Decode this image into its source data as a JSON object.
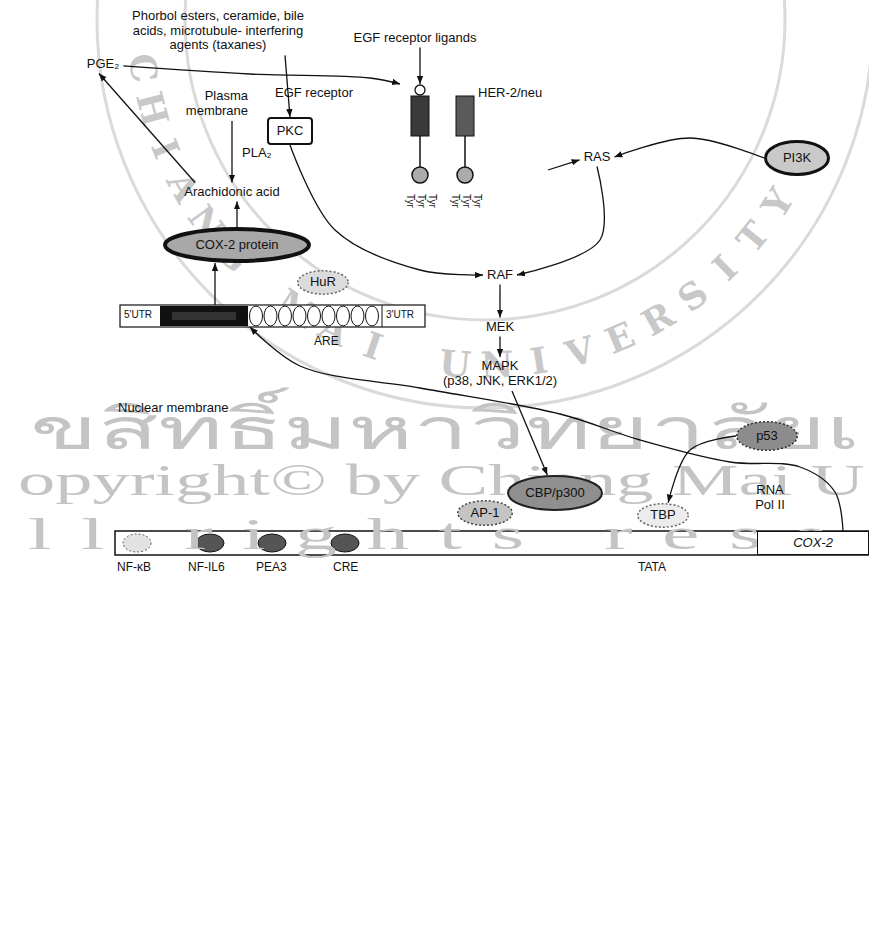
{
  "diagram": {
    "nodes": [
      {
        "text": [
          "Phorbol esters, ceramide, bile acids, microtubule- interfering agents (taxanes)"
        ]
      },
      {
        "text": [
          "EGF receptor ligands"
        ]
      },
      {
        "text": [
          "PGE₂"
        ]
      },
      {
        "text": [
          "EGF receptor"
        ]
      },
      {
        "text": [
          "HER-2/neu"
        ]
      },
      {
        "text": [
          "Plasma membrane"
        ]
      },
      {
        "text": [
          "PKC"
        ]
      },
      {
        "text": [
          "RAS"
        ]
      },
      {
        "text": [
          "PI3K"
        ]
      },
      {
        "text": [
          "Arachidonic acid"
        ]
      },
      {
        "text": [
          "COX-2 protein"
        ]
      },
      {
        "text": [
          "RAF"
        ]
      },
      {
        "text": [
          "HuR"
        ]
      },
      {
        "text": [
          "5'UTR",
          "3'UTR",
          "ARE"
        ]
      },
      {
        "text": [
          "MEK"
        ]
      },
      {
        "text": [
          "MAPK",
          "(p38, JNK, ERK1/2)"
        ]
      },
      {
        "text": [
          "p53"
        ]
      },
      {
        "text": [
          "CBP/p300"
        ]
      },
      {
        "text": [
          "AP-1"
        ]
      },
      {
        "text": [
          "TBP"
        ]
      },
      {
        "text": [
          "COX-2"
        ]
      }
    ],
    "edges": [
      {
        "from": 0,
        "to": 6,
        "arrow": "to"
      },
      {
        "from": 1,
        "to": 3,
        "arrow": "to"
      },
      {
        "from": 2,
        "to": 3,
        "arrow": "to"
      },
      {
        "from": 4,
        "to": 7,
        "arrow": "to"
      },
      {
        "from": 8,
        "to": 7,
        "arrow": "to"
      },
      {
        "from": 6,
        "to": 11,
        "arrow": "to"
      },
      {
        "from": 7,
        "to": 11,
        "arrow": "to"
      },
      {
        "from": 11,
        "to": 14,
        "arrow": "to"
      },
      {
        "from": 14,
        "to": 15,
        "arrow": "to"
      },
      {
        "from": 15,
        "to": 17,
        "arrow": "to"
      },
      {
        "from": 5,
        "to": 9,
        "label": "PLA₂",
        "arrow": "to"
      },
      {
        "from": 9,
        "to": 2,
        "arrow": "to"
      },
      {
        "from": 10,
        "to": 9,
        "arrow": "to"
      },
      {
        "from": 13,
        "to": 10,
        "arrow": "to"
      },
      {
        "from": 20,
        "to": 13,
        "arrow": "to"
      },
      {
        "from": 16,
        "to": 19,
        "arrow": "to"
      }
    ],
    "labels": [
      "Tyr",
      "Tyr",
      "Tyr",
      "Tyr",
      "Tyr",
      "Tyr",
      "Nuclear membrane",
      "RNA Pol II",
      "NF-κB",
      "NF-IL6",
      "PEA3",
      "CRE",
      "TATA",
      "CHIANG MAI UNIVERSITY",
      "ขสิทธิ์มหาวิทยาลัยเ",
      "opyright© by Chiang Mai U",
      "ll rights rese"
    ]
  }
}
